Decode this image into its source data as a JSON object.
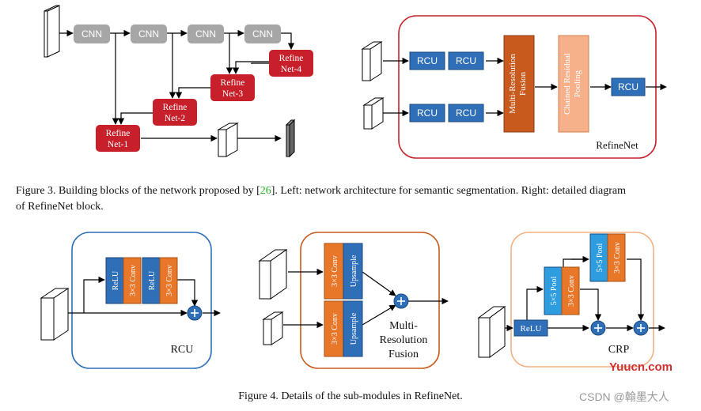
{
  "colors": {
    "cnn_fill": "#a6a6a6",
    "refine_fill": "#c8202a",
    "rcu_fill": "#2e6fb8",
    "conv_fill": "#e8772a",
    "fusion_fill": "#c85a1e",
    "pool_fill": "#f6b08a",
    "sum_fill": "#2e6fb8",
    "refinenet_border": "#c8202a",
    "rcu_border": "#2e6fb8",
    "mrf_border": "#c85a1e",
    "crp_border": "#f4b183",
    "ref_link": "#22aa22",
    "watermark_red": "#d03030"
  },
  "fig3_left": {
    "cnn_labels": [
      "CNN",
      "CNN",
      "CNN",
      "CNN"
    ],
    "refine_blocks": [
      {
        "line1": "Refine",
        "line2": "Net-4"
      },
      {
        "line1": "Refine",
        "line2": "Net-3"
      },
      {
        "line1": "Refine",
        "line2": "Net-2"
      },
      {
        "line1": "Refine",
        "line2": "Net-1"
      }
    ]
  },
  "fig3_right": {
    "rcu_labels": [
      "RCU",
      "RCU",
      "RCU",
      "RCU"
    ],
    "fusion_label": "Multi-Resolution Fusion",
    "fusion_line1": "Multi-Resolution",
    "fusion_line2": "Fusion",
    "pool_line1": "Chained Residual",
    "pool_line2": "Pooling",
    "out_rcu": "RCU",
    "title": "RefineNet"
  },
  "caption3": {
    "line1_a": "Figure 3. Building blocks of the network proposed by [",
    "ref": "26",
    "line1_b": "]. Left: network architecture for semantic segmentation. Right: detailed diagram",
    "line2": "of RefineNet block."
  },
  "fig4_rcu": {
    "relu": "ReLU",
    "conv": "3×3 Conv",
    "title": "RCU"
  },
  "fig4_mrf": {
    "conv": "3×3 Conv",
    "upsample": "Upsample",
    "title_line1": "Multi-",
    "title_line2": "Resolution",
    "title_line3": "Fusion"
  },
  "fig4_crp": {
    "relu": "ReLU",
    "pool": "5×5 Pool",
    "conv": "3×3 Conv",
    "title": "CRP"
  },
  "caption4": "Figure 4. Details of the sub-modules in RefineNet.",
  "watermarks": {
    "site": "Yuucn.com",
    "author": "CSDN @翰墨大人"
  }
}
